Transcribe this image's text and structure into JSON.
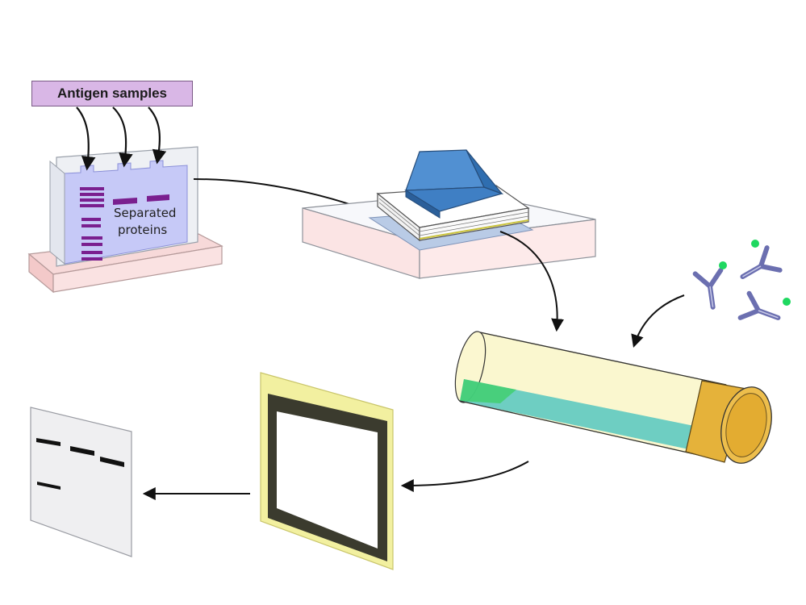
{
  "labels": {
    "antigen_samples": "Antigen samples",
    "separated_proteins_line1": "Separated",
    "separated_proteins_line2": "proteins"
  },
  "icons": [
    "sds-page-gel-icon",
    "blotting-transfer-stack-icon",
    "incubation-tube-icon",
    "labeled-antibody-icon",
    "x-ray-film-frame-icon",
    "developed-blot-icon"
  ],
  "colors": {
    "label_fill": "#d9b7e6",
    "gel_fill": "#c6c9f7",
    "protein_band": "#7a1f8f",
    "weight_block": "#3f7fc4",
    "tube_fill": "#f6f0a8",
    "tube_liquid": "#55c7c0",
    "tube_cap": "#e5b23a",
    "antibody": "#6b6fb0",
    "antibody_tag": "#1fd860",
    "film_frame": "#3b3b2e",
    "film_border": "#f2f0a0"
  }
}
